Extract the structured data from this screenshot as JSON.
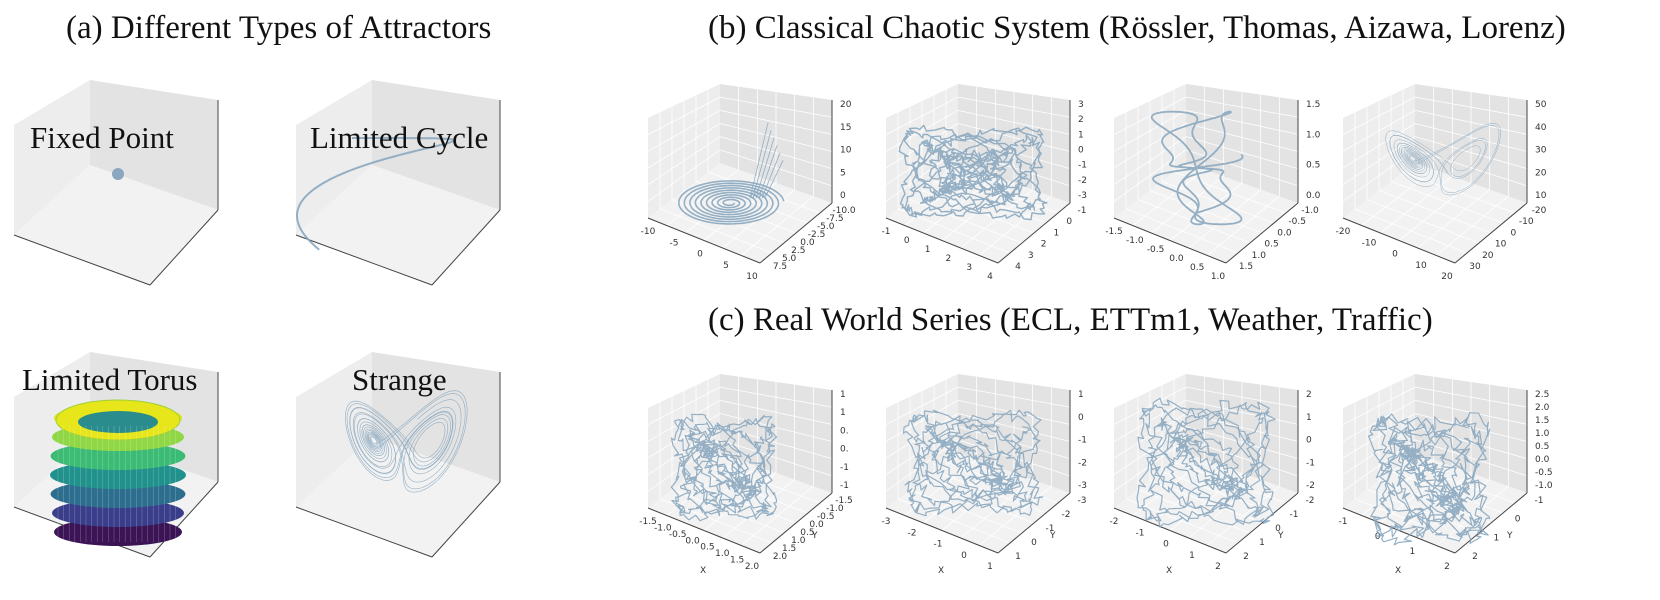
{
  "titles": {
    "a": "(a) Different Types of Attractors",
    "b": "(b) Classical Chaotic System (Rössler, Thomas, Aizawa, Lorenz)",
    "c": "(c) Real World Series (ECL, ETTm1, Weather, Traffic)"
  },
  "attractor_types": [
    {
      "label": "Fixed Point"
    },
    {
      "label": "Limited Cycle"
    },
    {
      "label": "Limited Torus"
    },
    {
      "label": "Strange"
    }
  ],
  "colors": {
    "trajectory": "#8aa7bf",
    "pane_left": "#ededed",
    "pane_right": "#e3e3e3",
    "pane_floor": "#f2f2f2",
    "grid": "#ffffff",
    "edge": "#444444"
  },
  "classical_systems": [
    {
      "name": "Rössler",
      "x_ticks": [
        "-10",
        "-5",
        "0",
        "5",
        "10"
      ],
      "y_ticks": [
        "7.5",
        "5.0",
        "2.5",
        "0.0",
        "-2.5",
        "-5.0",
        "-7.5",
        "-10.0"
      ],
      "z_ticks": [
        "20",
        "15",
        "10",
        "5",
        "0"
      ]
    },
    {
      "name": "Thomas",
      "x_ticks": [
        "-1",
        "0",
        "1",
        "2",
        "3",
        "4"
      ],
      "y_ticks": [
        "4",
        "3",
        "2",
        "1",
        "0",
        "-1"
      ],
      "z_ticks": [
        "3",
        "2",
        "1",
        "0",
        "-1",
        "-2",
        "-3"
      ]
    },
    {
      "name": "Aizawa",
      "x_ticks": [
        "-1.5",
        "-1.0",
        "-0.5",
        "0.0",
        "0.5",
        "1.0"
      ],
      "y_ticks": [
        "1.5",
        "1.0",
        "0.5",
        "0.0",
        "-0.5",
        "-1.0"
      ],
      "z_ticks": [
        "1.5",
        "1.0",
        "0.5",
        "0.0"
      ]
    },
    {
      "name": "Lorenz",
      "x_ticks": [
        "-20",
        "-10",
        "0",
        "10",
        "20"
      ],
      "y_ticks": [
        "30",
        "20",
        "10",
        "0",
        "-10",
        "-20"
      ],
      "z_ticks": [
        "50",
        "40",
        "30",
        "20",
        "10"
      ]
    }
  ],
  "real_series": [
    {
      "name": "ECL",
      "x_ticks": [
        "-1.5",
        "-1.0",
        "-0.5",
        "0.0",
        "0.5",
        "1.0",
        "1.5",
        "2.0"
      ],
      "y_ticks": [
        "2.0",
        "1.5",
        "1.0",
        "0.5",
        "0.0",
        "-0.5",
        "-1.0",
        "-1.5"
      ],
      "z_ticks": [
        "1",
        "1",
        "0.",
        "0.",
        "-1",
        "-1"
      ],
      "x_label": "X",
      "y_label": "Y"
    },
    {
      "name": "ETTm1",
      "x_ticks": [
        "-3",
        "-2",
        "-1",
        "0",
        "1"
      ],
      "y_ticks": [
        "1",
        "0",
        "-1",
        "-2",
        "-3"
      ],
      "z_ticks": [
        "1",
        "0",
        "-1",
        "-2",
        "-3"
      ],
      "x_label": "X",
      "y_label": "Y"
    },
    {
      "name": "Weather",
      "x_ticks": [
        "-2",
        "-1",
        "0",
        "1",
        "2"
      ],
      "y_ticks": [
        "2",
        "1",
        "0",
        "-1",
        "-2"
      ],
      "z_ticks": [
        "2",
        "1",
        "0",
        "-1",
        "-2"
      ],
      "x_label": "X",
      "y_label": "Y"
    },
    {
      "name": "Traffic",
      "x_ticks": [
        "-1",
        "0",
        "1",
        "2"
      ],
      "y_ticks": [
        "2",
        "1",
        "0",
        "-1"
      ],
      "z_ticks": [
        "2.5",
        "2.0",
        "1.5",
        "1.0",
        "0.5",
        "0.0",
        "-0.5",
        "-1.0"
      ],
      "x_label": "X",
      "y_label": "Y"
    }
  ]
}
